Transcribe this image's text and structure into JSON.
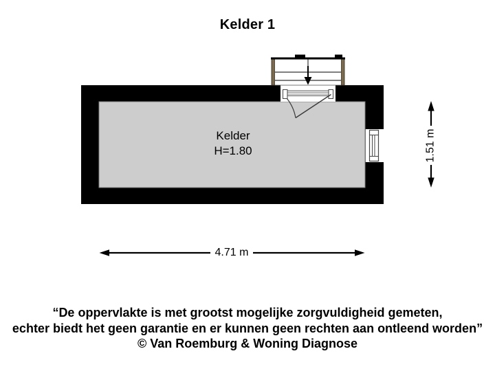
{
  "title": "Kelder 1",
  "room": {
    "name": "Kelder",
    "height_label": "H=1.80"
  },
  "dimensions": {
    "width_label": "4.71 m",
    "height_label": "1.51 m"
  },
  "footer": {
    "lines": [
      "“De oppervlakte is met grootst mogelijke zorgvuldigheid gemeten,",
      "echter biedt het geen garantie en er kunnen geen rechten aan ontleend worden”",
      "© Van Roemburg & Woning Diagnose"
    ]
  },
  "colors": {
    "wall": "#000000",
    "floor": "#cdcdcd",
    "floor_outline": "#7f7f7f",
    "stair_stringer": "#7a6a50",
    "line": "#3a3a3a",
    "background": "#ffffff"
  }
}
